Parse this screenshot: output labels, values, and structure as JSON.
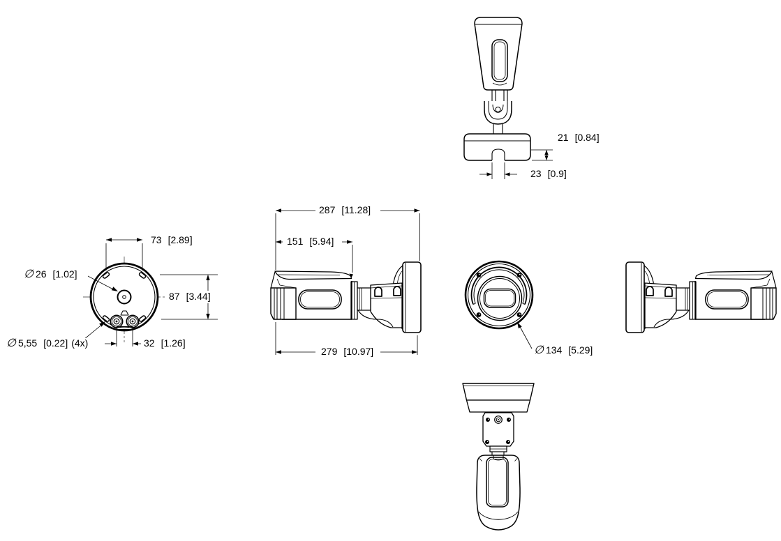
{
  "page": {
    "background": "#ffffff",
    "line_color": "#000000",
    "text_color": "#000000"
  },
  "views": {
    "top": {
      "dims": {
        "base_height": {
          "mm": "21",
          "in": "[0.84]"
        },
        "notch_width": {
          "mm": "23",
          "in": "[0.9]"
        }
      }
    },
    "back_plate": {
      "dims": {
        "hole_spacing_horizontal": {
          "mm": "73",
          "in": "[2.89]"
        },
        "center_hole_diameter": {
          "sym": "∅",
          "mm": "26",
          "in": "[1.02]"
        },
        "hole_spacing_vertical": {
          "mm": "87",
          "in": "[3.44]"
        },
        "mount_hole_diameter": {
          "sym": "∅",
          "mm": "5,55",
          "in": "[0.22]",
          "suffix": "(4x)"
        },
        "gland_spacing": {
          "mm": "32",
          "in": "[1.26]"
        }
      }
    },
    "side": {
      "dims": {
        "total_length": {
          "mm": "287",
          "in": "[11.28]"
        },
        "sunshield_length": {
          "mm": "151",
          "in": "[5.94]"
        },
        "body_length": {
          "mm": "279",
          "in": "[10.97]"
        }
      }
    },
    "front": {
      "dims": {
        "face_diameter": {
          "sym": "∅",
          "mm": "134",
          "in": "[5.29]"
        }
      }
    }
  }
}
